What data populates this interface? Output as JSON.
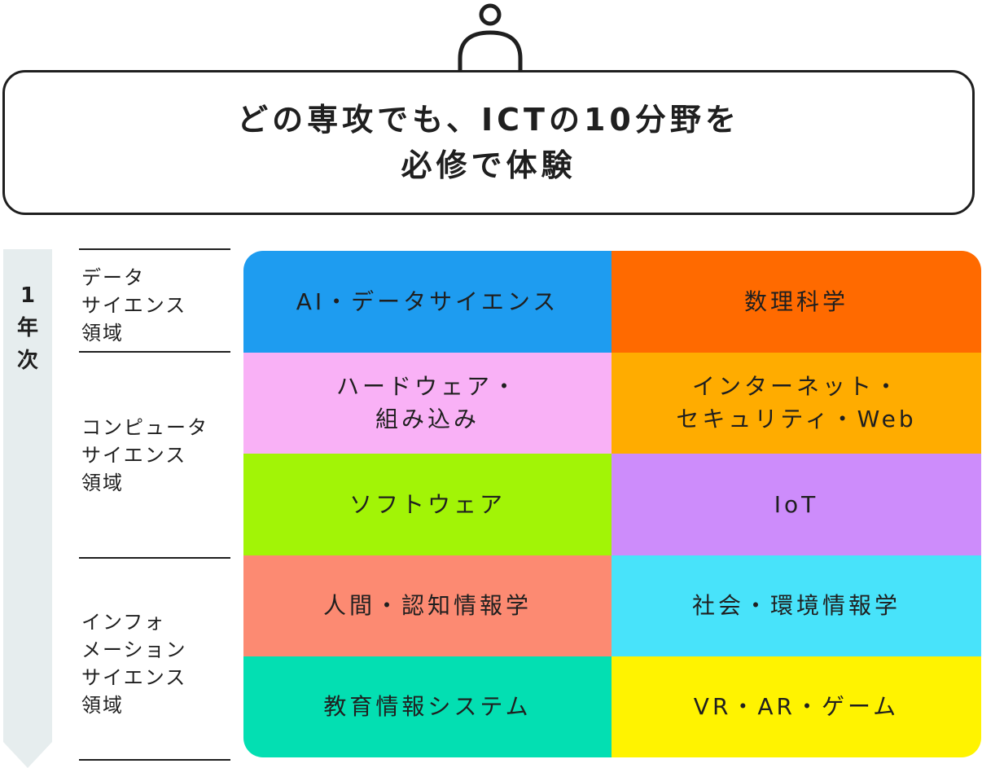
{
  "header": {
    "title_lines": [
      "どの専攻でも、ICTの10分野を",
      "必修で体験"
    ]
  },
  "year": {
    "chars": [
      "1",
      "年",
      "次"
    ]
  },
  "domains": [
    {
      "lines": [
        "データ",
        "サイエンス",
        "領域"
      ]
    },
    {
      "lines": [
        "コンピュータ",
        "サイエンス",
        "領域"
      ]
    },
    {
      "lines": [
        "インフォ",
        "メーション",
        "サイエンス",
        "領域"
      ]
    }
  ],
  "fields": [
    {
      "lines": [
        "AI・データサイエンス"
      ],
      "color": "#1e9cf0"
    },
    {
      "lines": [
        "数理科学"
      ],
      "color": "#ff6a00"
    },
    {
      "lines": [
        "ハードウェア・",
        "組み込み"
      ],
      "color": "#f9b1f6"
    },
    {
      "lines": [
        "インターネット・",
        "セキュリティ・Web"
      ],
      "color": "#ffac00"
    },
    {
      "lines": [
        "ソフトウェア"
      ],
      "color": "#a2f406"
    },
    {
      "lines": [
        "IoT"
      ],
      "color": "#cd8cfb"
    },
    {
      "lines": [
        "人間・認知情報学"
      ],
      "color": "#fc8a72"
    },
    {
      "lines": [
        "社会・環境情報学"
      ],
      "color": "#48e3fa"
    },
    {
      "lines": [
        "教育情報システム"
      ],
      "color": "#03dfb2"
    },
    {
      "lines": [
        "VR・AR・ゲーム"
      ],
      "color": "#fff300"
    }
  ],
  "colors": {
    "outline": "#1f1f1f",
    "year_arrow": "#e6edee"
  }
}
